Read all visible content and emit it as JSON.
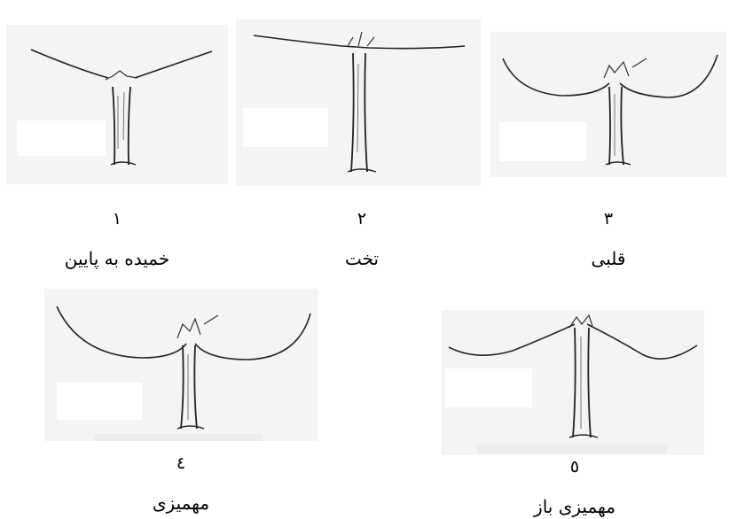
{
  "panels": [
    {
      "number": "١",
      "caption": "خمیده به پایین"
    },
    {
      "number": "٢",
      "caption": "تخت"
    },
    {
      "number": "٣",
      "caption": "قلبی"
    },
    {
      "number": "٤",
      "caption": "مهمیزی"
    },
    {
      "number": "٥",
      "caption": "مهمیزی باز"
    }
  ]
}
